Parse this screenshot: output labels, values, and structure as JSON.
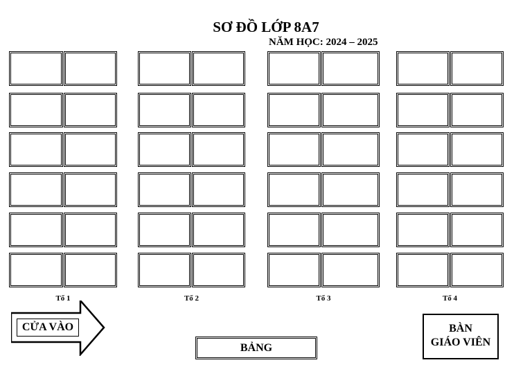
{
  "header": {
    "title": "SƠ ĐỒ LỚP 8A7",
    "school_year": "NĂM HỌC: 2024 – 2025"
  },
  "layout": {
    "teams": [
      {
        "label": "Tổ 1"
      },
      {
        "label": "Tổ 2"
      },
      {
        "label": "Tổ 3"
      },
      {
        "label": "Tổ 4"
      }
    ],
    "rows_per_team": 6,
    "seats_per_desk_row": 2
  },
  "entrance": {
    "label": "CỬA VÀO"
  },
  "board": {
    "label": "BẢNG"
  },
  "teacher_desk": {
    "line1": "BÀN",
    "line2": "GIÁO VIÊN"
  }
}
